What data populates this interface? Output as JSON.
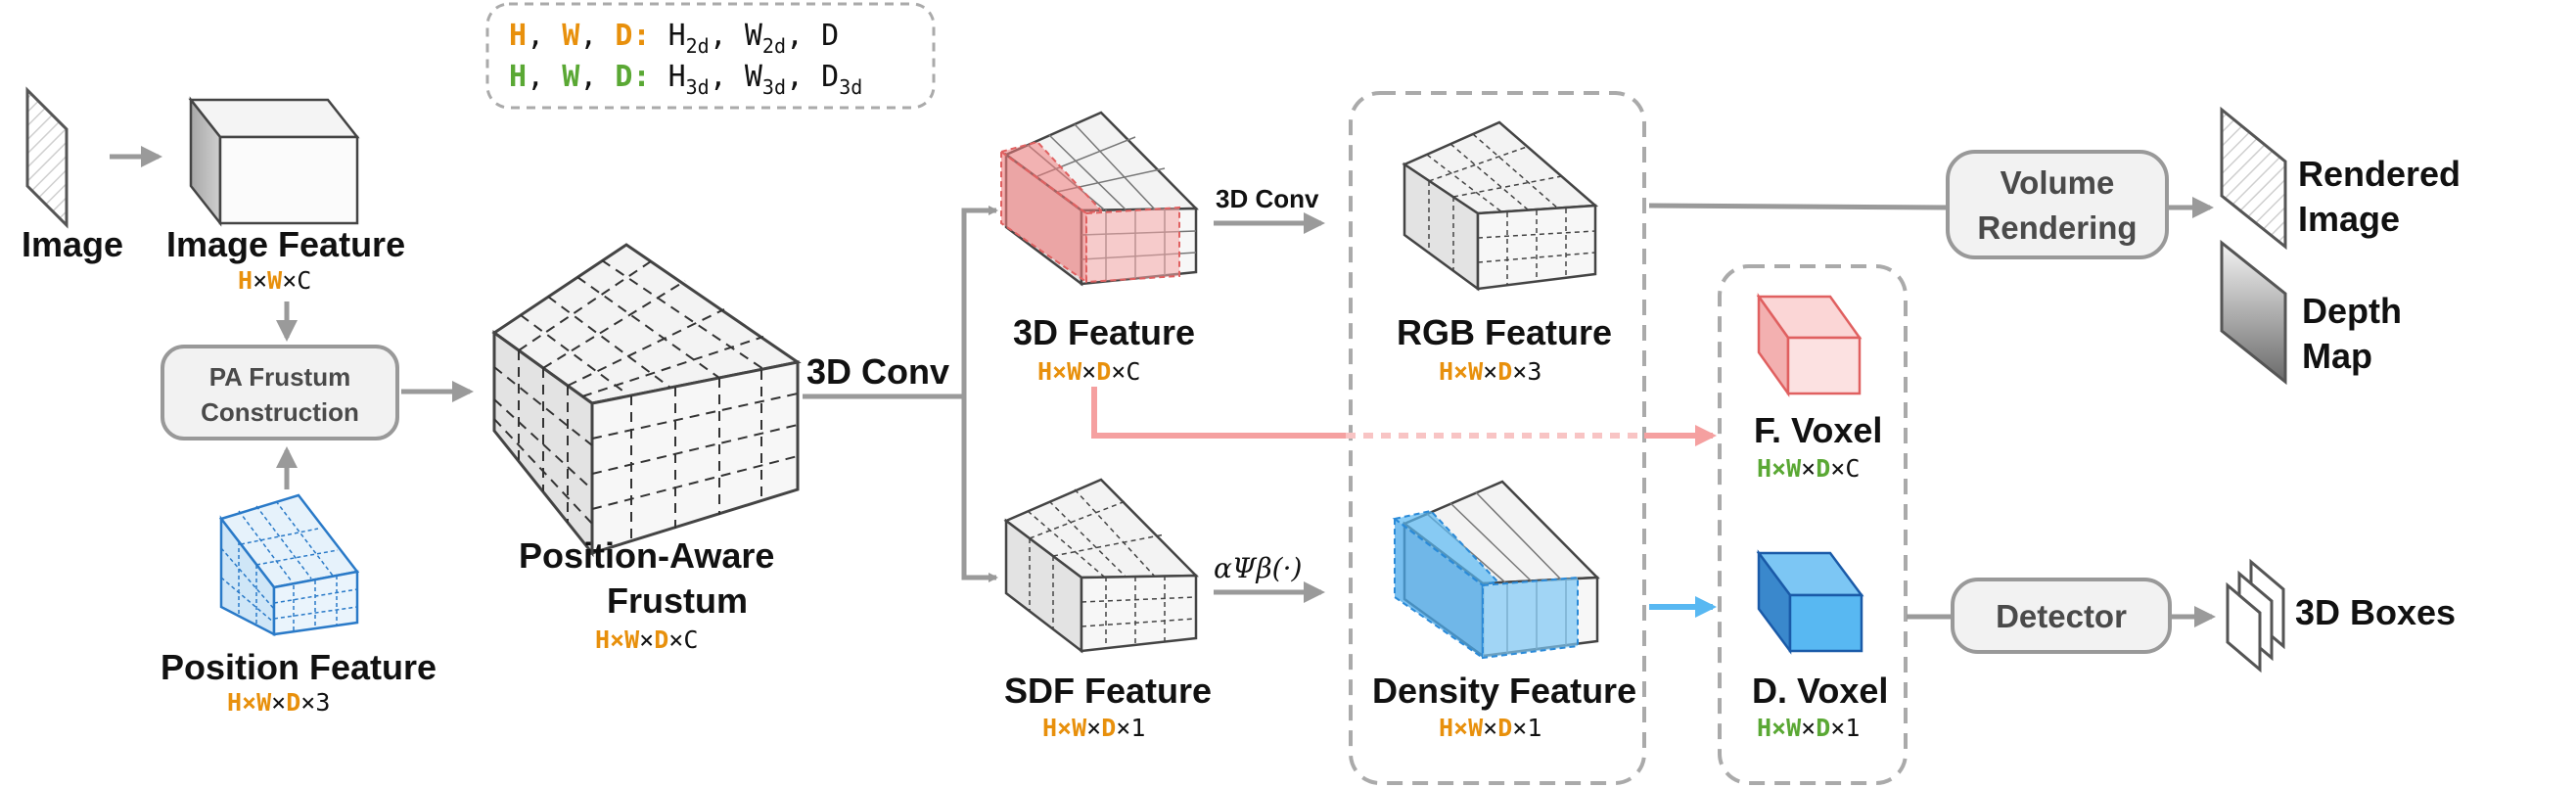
{
  "legend": {
    "row1": {
      "h": "H",
      "w": "W",
      "d": "D",
      "colon": ":",
      "v1": "H",
      "v1sub": "2d",
      "v2": "W",
      "v2sub": "2d",
      "v3": "D",
      "v3sub": ""
    },
    "row2": {
      "h": "H",
      "w": "W",
      "d": "D",
      "colon": ":",
      "v1": "H",
      "v1sub": "3d",
      "v2": "W",
      "v2sub": "3d",
      "v3": "D",
      "v3sub": "3d"
    }
  },
  "image": {
    "label": "Image"
  },
  "image_feature": {
    "label": "Image Feature",
    "dim": [
      "H",
      "×",
      "W",
      "×C"
    ]
  },
  "pa_frustum": {
    "line1": "PA Frustum",
    "line2": "Construction"
  },
  "position_feature": {
    "label": "Position Feature",
    "dim": [
      "H×",
      "W",
      "×",
      "D",
      "×3"
    ]
  },
  "pa_frustum_out": {
    "line1": "Position-Aware",
    "line2": "Frustum",
    "dim": [
      "H×",
      "W",
      "×",
      "D",
      "×C"
    ]
  },
  "conv_main": {
    "label": "3D Conv"
  },
  "feature3d": {
    "label": "3D Feature",
    "dim": [
      "H×",
      "W",
      "×",
      "D",
      "×C"
    ]
  },
  "conv_small": {
    "label": "3D Conv"
  },
  "sdf_feature": {
    "label": "SDF Feature",
    "dim": [
      "H×",
      "W",
      "×",
      "D",
      "×1"
    ]
  },
  "transform": {
    "label": "αΨβ(·)"
  },
  "rgb_feature": {
    "label": "RGB Feature",
    "dim": [
      "H×",
      "W",
      "×",
      "D",
      "×3"
    ]
  },
  "density_feature": {
    "label": "Density Feature",
    "dim": [
      "H×",
      "W",
      "×",
      "D",
      "×1"
    ]
  },
  "f_voxel": {
    "label": "F. Voxel",
    "dim": [
      "H×",
      "W",
      "×",
      "D",
      "×C"
    ]
  },
  "d_voxel": {
    "label": "D. Voxel",
    "dim": [
      "H×",
      "W",
      "×",
      "D",
      "×1"
    ]
  },
  "volume_rendering": {
    "line1": "Volume",
    "line2": "Rendering"
  },
  "rendered_image": {
    "line1": "Rendered",
    "line2": "Image"
  },
  "depth_map": {
    "line1": "Depth",
    "line2": "Map"
  },
  "detector": {
    "label": "Detector"
  },
  "boxes": {
    "label": "3D Boxes"
  },
  "colors": {
    "orange": "#e8900c",
    "green": "#5aa834",
    "pink": "#f07c7c",
    "blue": "#58b8f2",
    "gray": "#9a9a9a"
  }
}
